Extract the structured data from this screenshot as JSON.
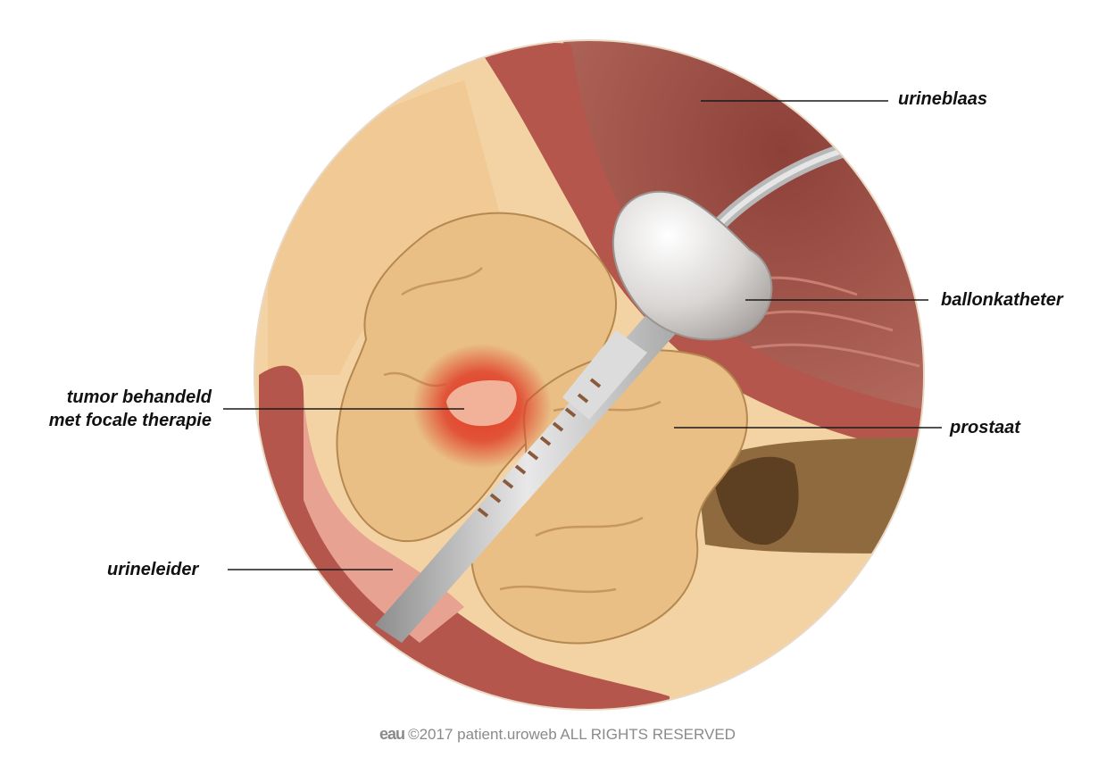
{
  "labels": {
    "bladder": "urineblaas",
    "balloon_catheter": "ballonkatheter",
    "prostate": "prostaat",
    "tumor_line1": "tumor behandeld",
    "tumor_line2": "met focale therapie",
    "urethra": "urineleider"
  },
  "footer": {
    "logo_text": "eau",
    "copyright": "©2017 patient.uroweb ALL RIGHTS RESERVED"
  },
  "colors": {
    "label_text": "#111111",
    "leader_line": "#1a1a1a",
    "footer_text": "#8a8a8a",
    "fat_tissue": "#f3d3a4",
    "muscle_tissue": "#b4564c",
    "prostate": "#e9bf86",
    "bladder_interior": "#a0524a",
    "tumor_glow": "#e0402a",
    "catheter": "#c9c9c9"
  }
}
